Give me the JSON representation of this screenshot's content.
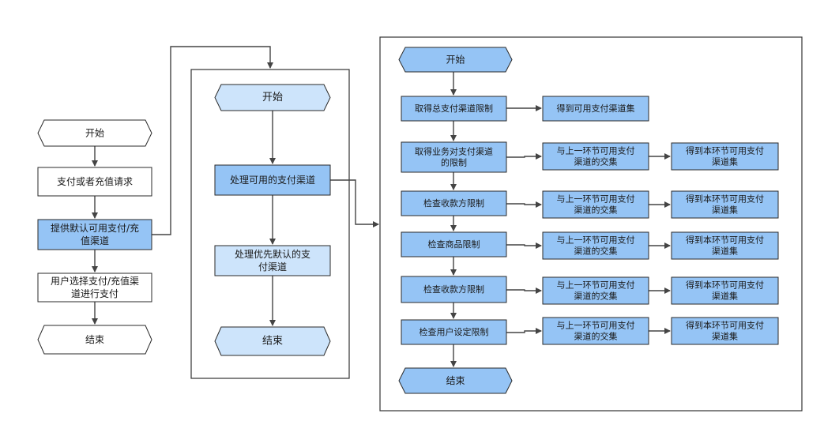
{
  "colors": {
    "blue": "#95c4f5",
    "light_blue": "#cde4fb",
    "white": "#ffffff",
    "border": "#2a2a2a",
    "arrow": "#444444",
    "frame": "#333333"
  },
  "left_flow": {
    "start": "开始",
    "request": "支付或者充值请求",
    "provide_default": [
      "提供默认可用支付/充",
      "值渠道"
    ],
    "user_select": [
      "用户选择支付/充值渠",
      "道进行支付"
    ],
    "end": "结束"
  },
  "middle_flow": {
    "start": "开始",
    "process_available": "处理可用的支付渠道",
    "process_preferred": [
      "处理优先默认的支",
      "付渠道"
    ],
    "end": "结束"
  },
  "right_flow": {
    "start": "开始",
    "step_total": "取得总支付渠道限制",
    "result_total": "得到可用支付渠道集",
    "step_business": [
      "取得业务对支付渠道",
      "的限制"
    ],
    "step_payee_1": "检查收款方限制",
    "step_goods": "检查商品限制",
    "step_payee_2": "检查收款方限制",
    "step_user": "检查用户设定限制",
    "intersect": [
      "与上一环节可用支付",
      "渠道的交集"
    ],
    "result_node": [
      "得到本环节可用支付",
      "渠道集"
    ],
    "end": "结束"
  }
}
